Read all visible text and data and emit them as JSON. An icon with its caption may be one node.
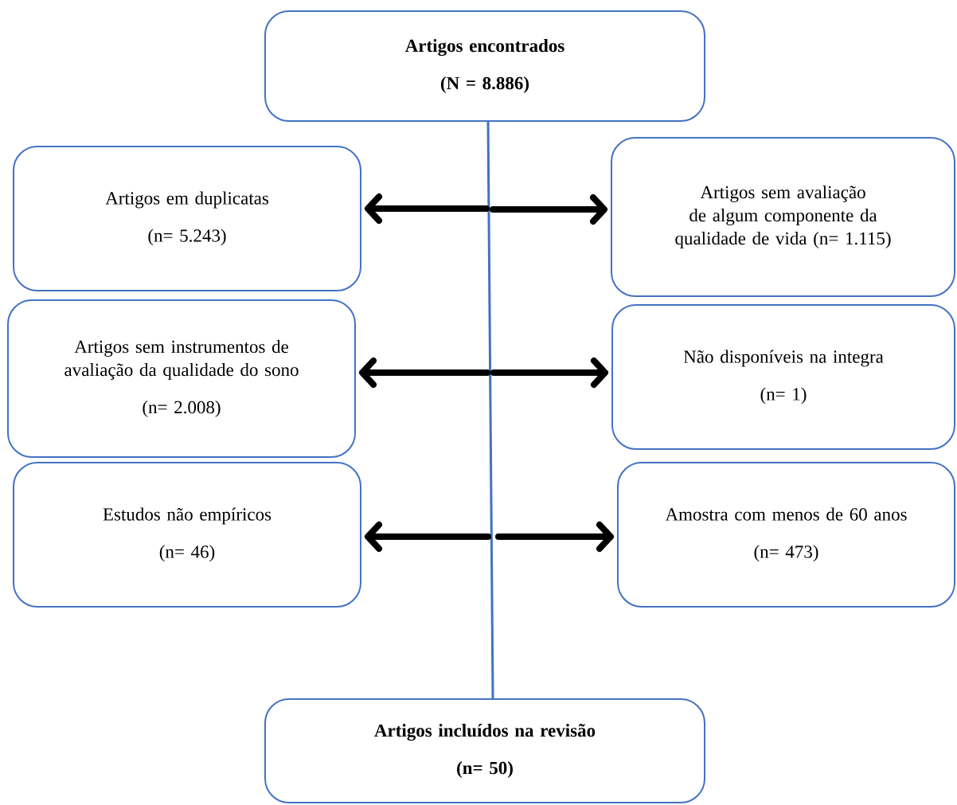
{
  "diagram": {
    "nodes": [
      {
        "text": [
          "Artigos encontrados",
          "(N = 8.886)"
        ]
      },
      {
        "text": [
          "Artigos em duplicatas",
          "(n= 5.243)"
        ]
      },
      {
        "text": [
          "Artigos sem avaliação de algum componente da qualidade de vida (n= 1.115)"
        ]
      },
      {
        "text": [
          "Artigos sem instrumentos de avaliação da qualidade do sono",
          "(n= 2.008)"
        ]
      },
      {
        "text": [
          "Não disponíveis na integra",
          "(n= 1)"
        ]
      },
      {
        "text": [
          "Estudos não empíricos",
          "(n= 46)"
        ]
      },
      {
        "text": [
          "Amostra com menos de 60 anos",
          "(n= 473)"
        ]
      },
      {
        "text": [
          "Artigos incluídos na revisão",
          "(n= 50)"
        ]
      }
    ],
    "edges": [
      {
        "from": 0,
        "to": 7,
        "arrow": "none",
        "color": "#4472c4"
      },
      {
        "from": null,
        "to": 1,
        "arrow": "to"
      },
      {
        "from": null,
        "to": 2,
        "arrow": "to"
      },
      {
        "from": null,
        "to": 3,
        "arrow": "to"
      },
      {
        "from": null,
        "to": 4,
        "arrow": "to"
      },
      {
        "from": null,
        "to": 5,
        "arrow": "to"
      },
      {
        "from": null,
        "to": 6,
        "arrow": "to"
      }
    ]
  }
}
